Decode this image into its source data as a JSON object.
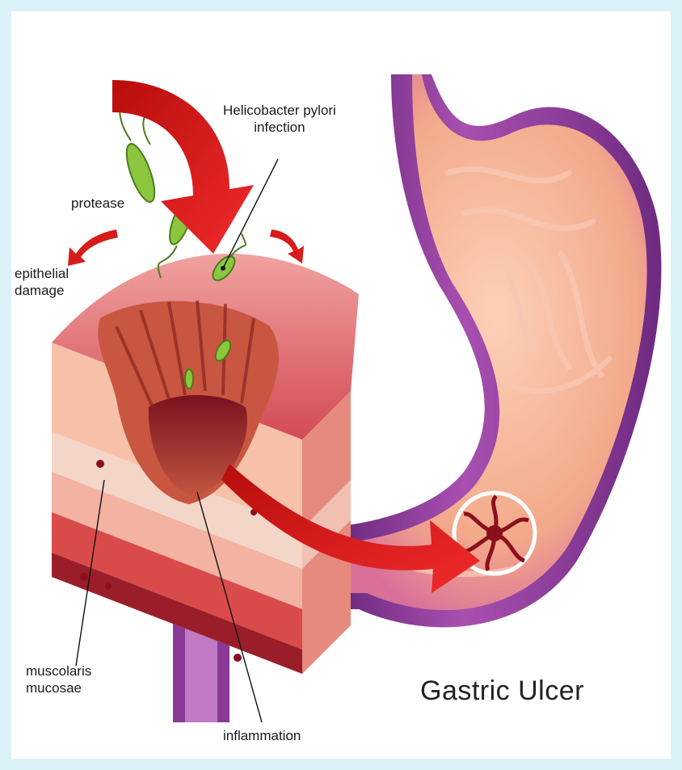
{
  "labels": {
    "h_pylori": [
      "Helicobacter pylori",
      "infection"
    ],
    "protease": "protease",
    "epithelial": [
      "epithelial",
      "damage"
    ],
    "muscolaris": [
      "muscolaris",
      "mucosae"
    ],
    "inflammation": "inflammation"
  },
  "title": "Gastric Ulcer",
  "colors": {
    "background": "#d9f1f7",
    "stomach_outer": "#8a3a96",
    "stomach_inner": "#f3a98a",
    "arrow_red": "#d81b1b",
    "bacteria": "#8cc63f"
  }
}
